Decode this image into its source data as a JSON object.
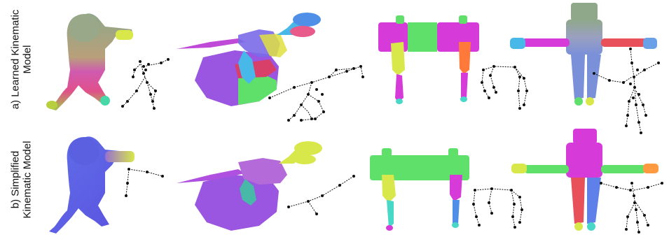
{
  "rows": [
    {
      "label_line1": "a) Learned Kinematic",
      "label_line2": "Model"
    },
    {
      "label_line1": "b) Simplified",
      "label_line2": "Kinematic Model"
    }
  ],
  "palette": {
    "purple": "#9a56e0",
    "magenta": "#d63ad9",
    "green": "#5fe06a",
    "blue": "#4f8fe8",
    "yellow": "#d8e84a",
    "pink": "#e85a8a",
    "teal": "#48d8c8",
    "gray_green": "#8fa88a",
    "violet": "#7050e0",
    "skeleton": "#111111"
  },
  "icons": [
    "astronaut-mesh",
    "trex-mesh",
    "quadruped-robot-mesh",
    "humanoid-robot-mesh",
    "skeleton-graph"
  ]
}
